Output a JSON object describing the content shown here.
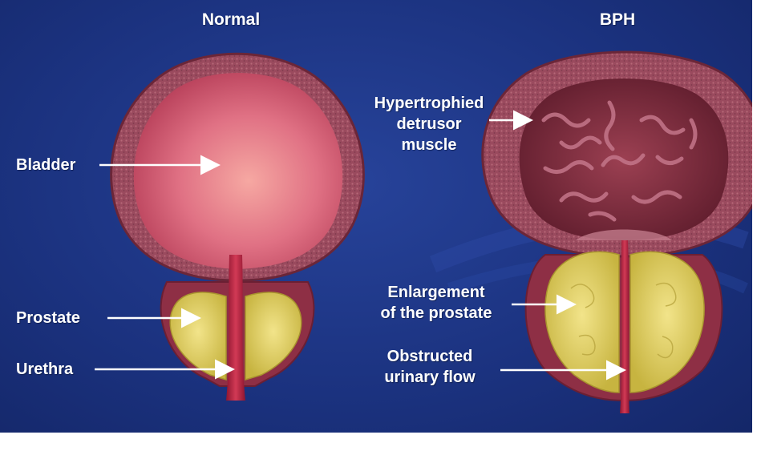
{
  "titles": {
    "left": "Normal",
    "right": "BPH"
  },
  "labels": {
    "bladder": "Bladder",
    "prostate": "Prostate",
    "urethra": "Urethra",
    "hypertrophied": [
      "Hypertrophied",
      "detrusor",
      "muscle"
    ],
    "enlargement": [
      "Enlargement",
      "of the prostate"
    ],
    "obstructed": [
      "Obstructed",
      "urinary flow"
    ]
  },
  "colors": {
    "background": "#1b327f",
    "bladder_wall": "#9a4a5e",
    "bladder_lumen": "#e87a86",
    "prostate": "#e6d66a",
    "urethra": "#b8203c",
    "detrusor": "#7a2a3a",
    "label_text": "#ffffff"
  }
}
